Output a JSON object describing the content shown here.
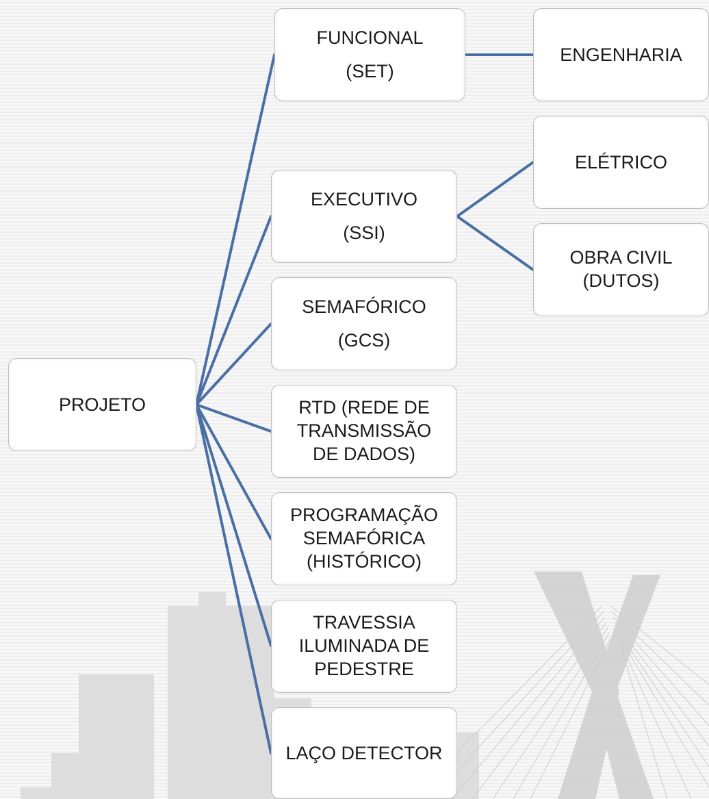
{
  "diagram": {
    "root": {
      "label": "PROJETO"
    },
    "children": [
      {
        "id": "funcional",
        "lines": [
          "FUNCIONAL",
          "(SET)"
        ],
        "children": [
          {
            "id": "engenharia",
            "lines": [
              "ENGENHARIA"
            ]
          }
        ]
      },
      {
        "id": "executivo",
        "lines": [
          "EXECUTIVO",
          "(SSI)"
        ],
        "children": [
          {
            "id": "eletrico",
            "lines": [
              "ELÉTRICO"
            ]
          },
          {
            "id": "obra-civil",
            "lines": [
              "OBRA CIVIL",
              "(DUTOS)"
            ]
          }
        ]
      },
      {
        "id": "semaforico",
        "lines": [
          "SEMAFÓRICO",
          "(GCS)"
        ]
      },
      {
        "id": "rtd",
        "lines": [
          "RTD (REDE DE",
          "TRANSMISSÃO",
          "DE DADOS)"
        ]
      },
      {
        "id": "programacao",
        "lines": [
          "PROGRAMAÇÃO",
          "SEMAFÓRICA",
          "(HISTÓRICO)"
        ]
      },
      {
        "id": "travessia",
        "lines": [
          "TRAVESSIA",
          "ILUMINADA DE",
          "PEDESTRE"
        ]
      },
      {
        "id": "laco",
        "lines": [
          "LAÇO DETECTOR"
        ]
      }
    ]
  },
  "colors": {
    "connector": "#4a6fa5",
    "node_border": "#bdbdbd",
    "node_fill": "#ffffff",
    "text": "#1a1a1a",
    "background": "#f4f4f4",
    "skyline": "#d9d9d9"
  }
}
